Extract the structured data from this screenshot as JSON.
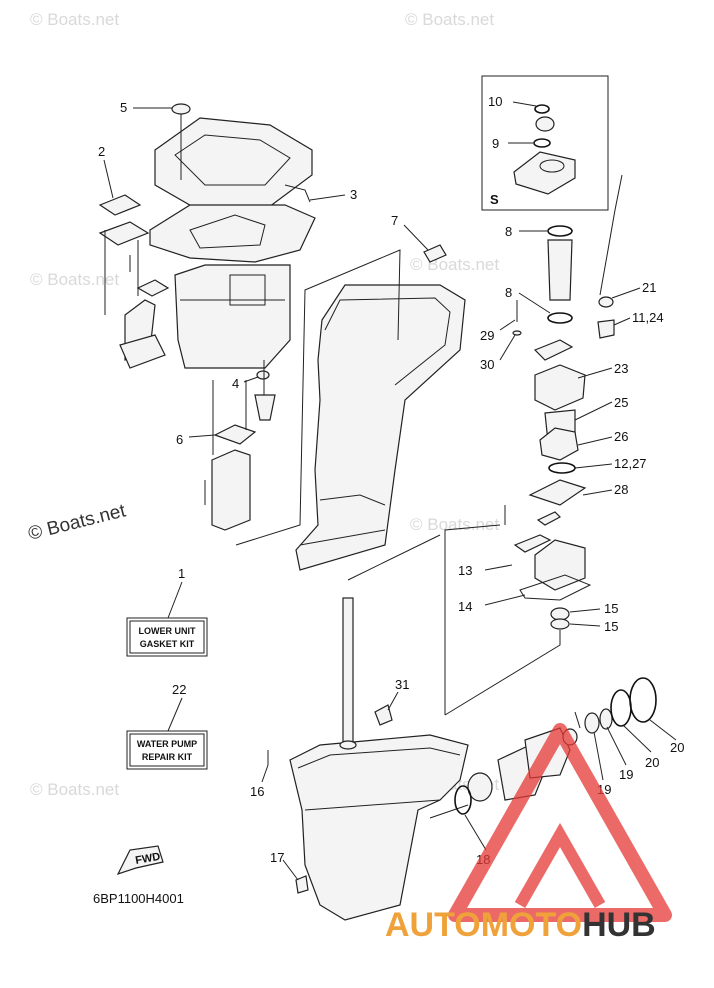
{
  "watermarks": [
    "© Boats.net",
    "© Boats.net",
    "© Boats.net",
    "© Boats.net",
    "© Boats.net",
    "© Boats.net",
    "© Boats.net"
  ],
  "watermark_main": "© Boats.net",
  "callouts": {
    "c1": "1",
    "c2": "2",
    "c3": "3",
    "c4": "4",
    "c5": "5",
    "c6": "6",
    "c7": "7",
    "c8a": "8",
    "c8b": "8",
    "c9": "9",
    "c10": "10",
    "c11_24": "11,24",
    "c12_27": "12,27",
    "c13": "13",
    "c14": "14",
    "c15a": "15",
    "c15b": "15",
    "c16": "16",
    "c17": "17",
    "c18": "18",
    "c19a": "19",
    "c19b": "19",
    "c20a": "20",
    "c20b": "20",
    "c21": "21",
    "c22": "22",
    "c23": "23",
    "c25": "25",
    "c26": "26",
    "c28": "28",
    "c29": "29",
    "c30": "30",
    "c31": "31"
  },
  "inset_label": "S",
  "kit_lower": {
    "line1": "LOWER UNIT",
    "line2": "GASKET KIT"
  },
  "kit_pump": {
    "line1": "WATER PUMP",
    "line2": "REPAIR KIT"
  },
  "fwd": "FWD",
  "part_code": "6BP1100H4001",
  "brand": {
    "part1": "AUTOMOTO",
    "part2": "HUB",
    "color1": "#f0a23a",
    "color2": "#333333",
    "logo_color": "#e53935"
  }
}
